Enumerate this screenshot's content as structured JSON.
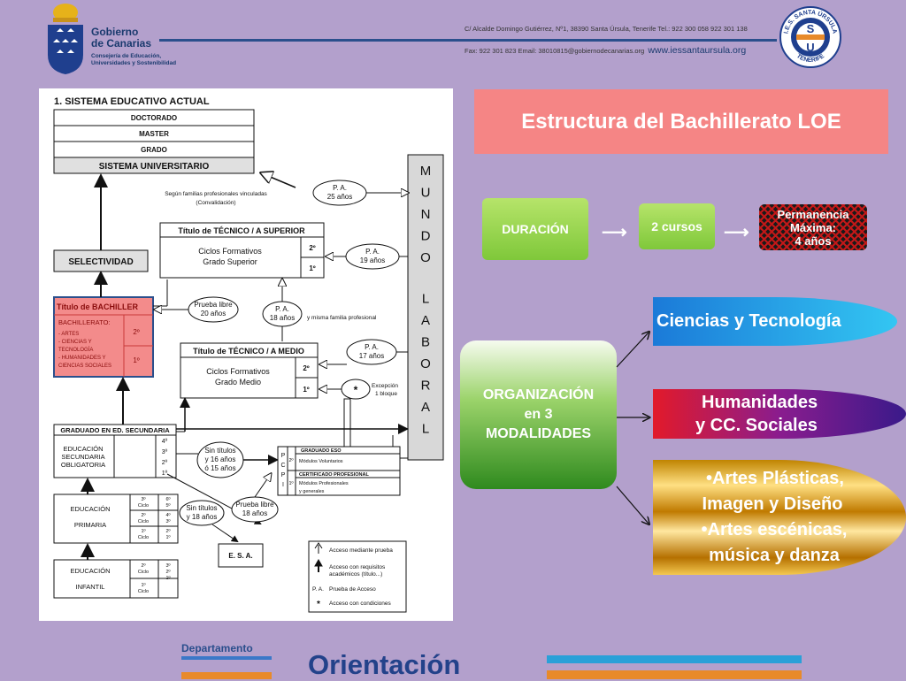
{
  "header": {
    "gov_line1": "Gobierno",
    "gov_line2": "de Canarias",
    "gov_sub1": "Consejería de Educación,",
    "gov_sub2": "Universidades y Sostenibilidad",
    "address": "C/ Alcalde Domingo Gutiérrez, Nº1, 38390 Santa Úrsula, Tenerife Tel.: 922 300 058 922 301 138",
    "fax_email": "Fax: 922 301 823  Email: 38010815@gobiernodecanarias.org",
    "web": "www.iessantaursula.org",
    "seal_top": "I.E.S. SANTA ÚRSULA",
    "seal_bottom": "TENERIFE",
    "seal_letters": "SU"
  },
  "diagram": {
    "title": "1. SISTEMA EDUCATIVO ACTUAL",
    "doctorado": "DOCTORADO",
    "master": "MASTER",
    "grado": "GRADO",
    "sistema_univ": "SISTEMA UNIVERSITARIO",
    "mundo_laboral": [
      "M",
      "U",
      "N",
      "D",
      "O",
      "L",
      "A",
      "B",
      "O",
      "R",
      "A",
      "L"
    ],
    "segun_familias": "Según familias profesionales vinculadas",
    "convalidacion": "(Convalidación)",
    "pa25_a": "P. A.",
    "pa25_b": "25 años",
    "tec_sup_title": "Título de TÉCNICO / A SUPERIOR",
    "ciclos_sup_1": "Ciclos Formativos",
    "ciclos_sup_2": "Grado Superior",
    "c2": "2º",
    "c1": "1º",
    "pa19_a": "P. A.",
    "pa19_b": "19 años",
    "selectividad": "SELECTIVIDAD",
    "bach_title": "Título de BACHILLER",
    "bach_sub": "BACHILLERATO:",
    "bach_m1": "- ARTES",
    "bach_m2": "- CIENCIAS Y",
    "bach_m3": "  TECNOLOGÍA",
    "bach_m4": "- HUMANIDADES Y",
    "bach_m5": "  CIENCIAS SOCIALES",
    "prueba20_a": "Prueba libre",
    "prueba20_b": "20 años",
    "pa18_a": "P. A.",
    "pa18_b": "18 años",
    "misma_familia": "y misma familia profesional",
    "tec_med_title": "Título de TÉCNICO / A MEDIO",
    "ciclos_med_1": "Ciclos Formativos",
    "ciclos_med_2": "Grado Medio",
    "pa17_a": "P. A.",
    "pa17_b": "17 años",
    "star": "*",
    "excepcion_a": "Excepción",
    "excepcion_b": "1 bloque",
    "graduado_eso_title": "GRADUADO EN ED. SECUNDARIA",
    "eso_1": "EDUCACIÓN",
    "eso_2": "SECUNDARIA",
    "eso_3": "OBLIGATORIA",
    "eso_years": [
      "4º",
      "3º",
      "2º",
      "1º"
    ],
    "sin_titulos_a": "Sin títulos",
    "sin_titulos_b": "y 16 años",
    "sin_titulos_c": "ó 15 años",
    "pcpi_letters": [
      "P",
      "C",
      "P",
      "I"
    ],
    "pcpi_2": "2º",
    "pcpi_1": "1º",
    "pcpi_graduado": "GRADUADO ESO",
    "pcpi_mod_vol": "Módulos Voluntarios",
    "pcpi_cert": "CERTIFICADO PROFESIONAL",
    "pcpi_mod_prof": "Módulos Profesionales",
    "pcpi_generales": "y generales",
    "sin_titulos18_a": "Sin títulos",
    "sin_titulos18_b": "y 18 años",
    "prueba18_a": "Prueba libre",
    "prueba18_b": "18 años",
    "esa": "E. S. A.",
    "primaria_1": "EDUCACIÓN",
    "primaria_2": "PRIMARIA",
    "ciclo3": "3º",
    "ciclo2": "2º",
    "ciclo1": "1º",
    "ciclo_word": "Ciclo",
    "prim_years_a": "6º",
    "prim_years_b": "5º",
    "prim_years_c": "4º",
    "prim_years_d": "3º",
    "prim_years_e": "2º",
    "prim_years_f": "1º",
    "infantil_1": "EDUCACIÓN",
    "infantil_2": "INFANTIL",
    "inf_years_a": "3º",
    "inf_years_b": "2º",
    "inf_years_c": "1º",
    "legend_1": "Acceso mediante prueba",
    "legend_2": "Acceso con requisitos",
    "legend_2b": "académicos (título...)",
    "legend_3a": "P. A.",
    "legend_3": "Prueba de Acceso",
    "legend_4": "Acceso con condiciones"
  },
  "right": {
    "title": "Estructura del Bachillerato LOE",
    "duracion": "DURACIÓN",
    "cursos": "2 cursos",
    "perm_1": "Permanencia",
    "perm_2": "Máxima:",
    "perm_3": "4 años",
    "org_1": "ORGANIZACIÓN",
    "org_2": "en 3",
    "org_3": "MODALIDADES",
    "mod1": "Ciencias y Tecnología",
    "mod2_1": "Humanidades",
    "mod2_2": "y CC. Sociales",
    "mod3_1": "•Artes Plásticas,",
    "mod3_2": "Imagen y Diseño",
    "mod3_3": "•Artes escénicas,",
    "mod3_4": "música y danza"
  },
  "footer": {
    "departamento": "Departamento",
    "orientacion": "Orientación"
  },
  "colors": {
    "background": "#b3a0cc",
    "title_box": "#f58585",
    "green": "#8fd14f",
    "navy": "#23428a",
    "bachiller_fill": "#f38b8b"
  }
}
